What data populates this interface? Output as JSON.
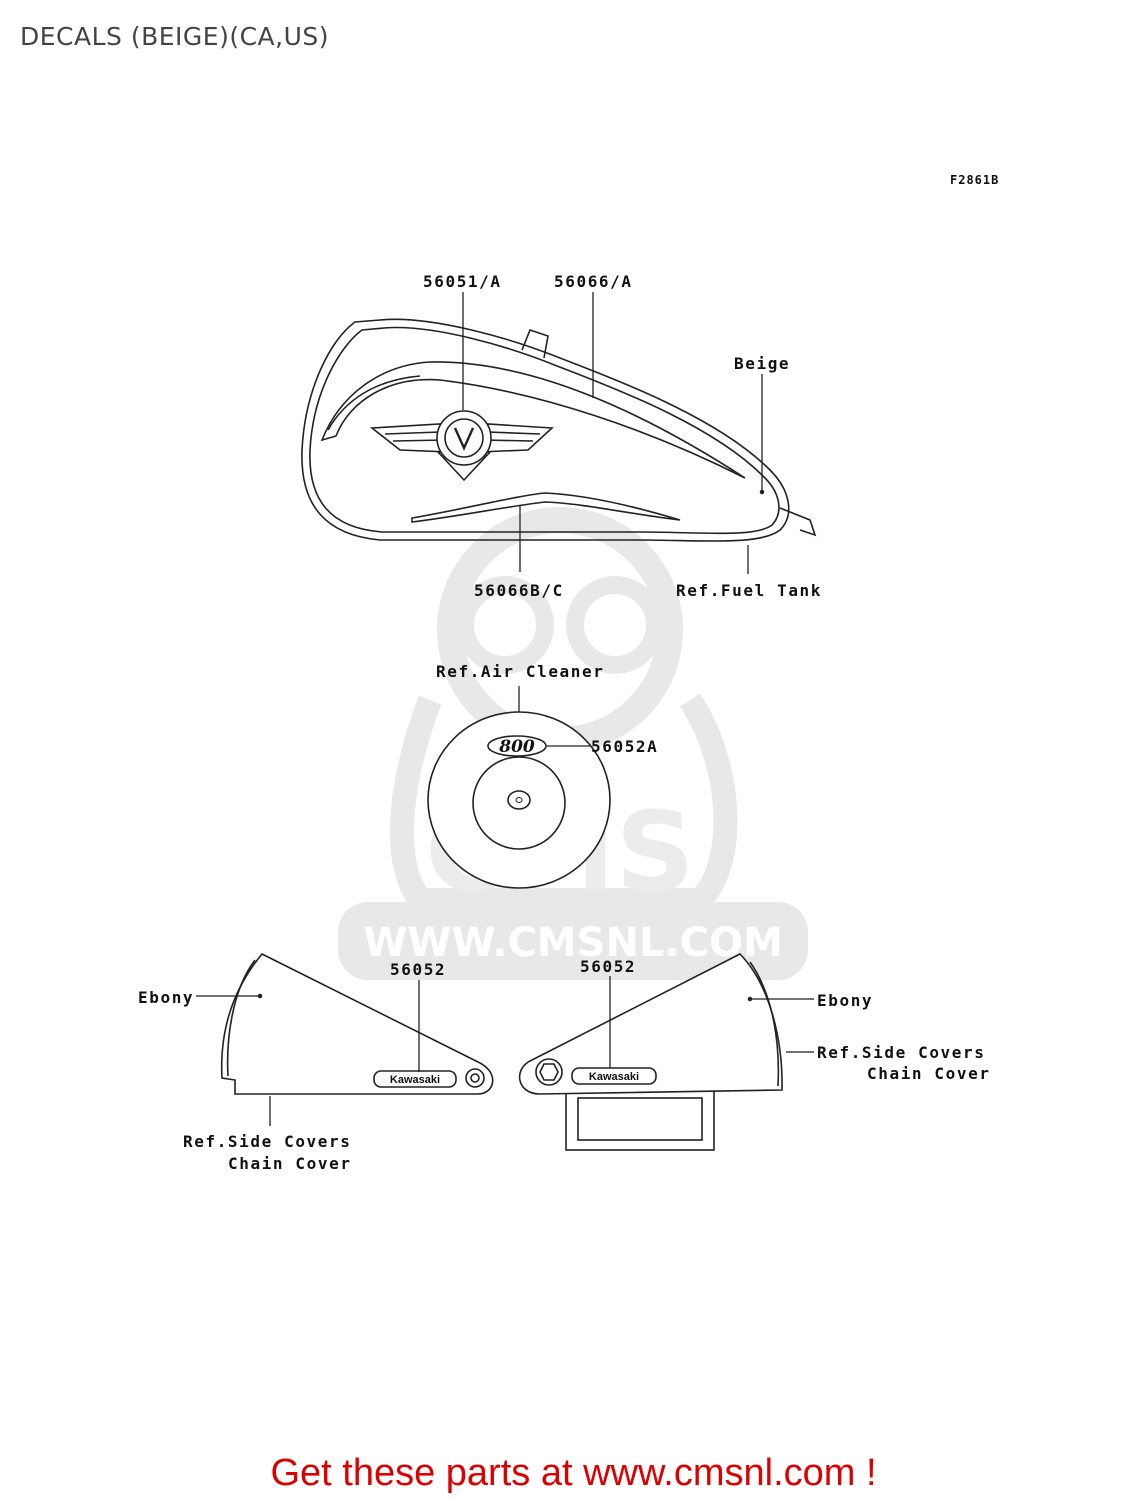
{
  "page": {
    "title": "DECALS (BEIGE)(CA,US)",
    "figure_code": "F2861B",
    "promo": "Get these parts at www.cmsnl.com !"
  },
  "watermark": {
    "brand": "CMS",
    "url": "WWW.CMSNL.COM"
  },
  "labels": {
    "part_56051a": "56051/A",
    "part_56066a": "56066/A",
    "beige": "Beige",
    "part_56066bc": "56066B/C",
    "ref_fuel_tank": "Ref.Fuel Tank",
    "ref_air_cleaner": "Ref.Air Cleaner",
    "part_56052a": "56052A",
    "ebony_left": "Ebony",
    "part_56052_left": "56052",
    "part_56052_right": "56052",
    "ebony_right": "Ebony",
    "ref_side_covers_left_1": "Ref.Side Covers",
    "ref_side_covers_left_2": "Chain Cover",
    "ref_side_covers_right_1": "Ref.Side Covers",
    "ref_side_covers_right_2": "Chain Cover"
  },
  "decals": {
    "air_cleaner_badge": "800",
    "brand_left": "Kawasaki",
    "brand_right": "Kawasaki"
  },
  "colors": {
    "promo": "#dd0000",
    "line": "#222222",
    "watermark": "#e6e6e6"
  }
}
